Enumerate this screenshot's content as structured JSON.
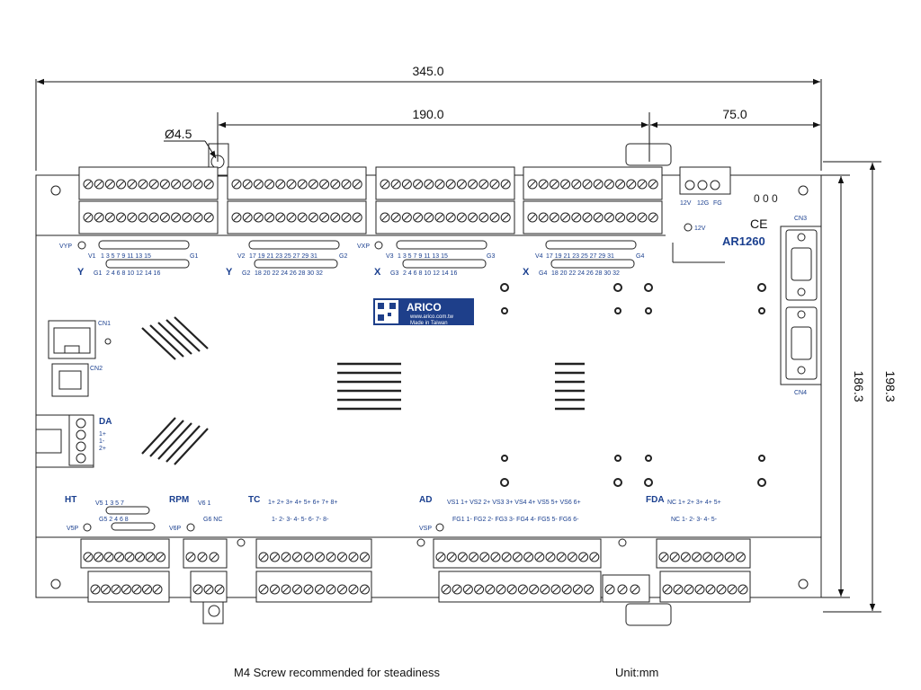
{
  "dimensions": {
    "total_width": "345.0",
    "hole_span": "190.0",
    "right_span": "75.0",
    "hole_diameter": "Ø4.5",
    "inner_height": "186.3",
    "outer_height": "198.3"
  },
  "board": {
    "model": "AR1260",
    "ce_mark": "CE",
    "brand": "ARICO",
    "brand_url": "www.arico.com.tw",
    "brand_origin": "Made  in  Taiwan",
    "power_labels": [
      "12V",
      "12G",
      "FG"
    ],
    "power_indicator": "12V",
    "status_leds": "0 0 0"
  },
  "connectors": {
    "cn1": "CN1",
    "cn2": "CN2",
    "cn3": "CN3",
    "cn4": "CN4",
    "da_title": "DA",
    "da_pins": [
      "1+",
      "1-",
      "2+"
    ]
  },
  "top_groups": [
    {
      "axis": "Y",
      "vlabel": "V1",
      "vp": "VYP",
      "g": "G1",
      "odd": "1  3  5  7  9  11 13 15",
      "even": "2  4  6  8 10 12 14 16"
    },
    {
      "axis": "Y",
      "vlabel": "V2",
      "vp": "",
      "g": "G2",
      "odd": "17 19 21 23 25 27 29 31",
      "even": "18 20 22 24 26 28 30 32"
    },
    {
      "axis": "X",
      "vlabel": "V3",
      "vp": "VXP",
      "g": "G3",
      "odd": "1  3  5  7  9  11 13 15",
      "even": "2  4  6  8 10 12 14 16"
    },
    {
      "axis": "X",
      "vlabel": "V4",
      "vp": "",
      "g": "G4",
      "odd": "17 19 21 23 25 27 29 31",
      "even": "18 20 22 24 26 28 30 32"
    }
  ],
  "bottom_groups": {
    "ht": {
      "title": "HT",
      "top": "V5  1  3  5  7",
      "bottom": "G5  2  4  6  8",
      "vp": "V5P"
    },
    "rpm": {
      "title": "RPM",
      "top": "V6  1",
      "bottom": "G6 NC",
      "vp": "V6P"
    },
    "tc": {
      "title": "TC",
      "top": "1+  2+  3+  4+  5+  6+  7+  8+",
      "bottom": "1-  2-  3-  4-  5-  6-  7-  8-"
    },
    "ad": {
      "title": "AD",
      "top": "VS1 1+ VS2 2+ VS3 3+ VS4 4+ VS5 5+ VS6 6+",
      "bottom": "FG1 1- FG2 2- FG3 3- FG4 4- FG5 5- FG6 6-",
      "vp": "VSP"
    },
    "fda": {
      "title": "FDA",
      "top": "NC  1+  2+  3+  4+  5+",
      "bottom": "NC 1-  2-  3-  4-  5-"
    }
  },
  "footer": {
    "note": "M4 Screw recommended for steadiness",
    "unit": "Unit:mm"
  }
}
